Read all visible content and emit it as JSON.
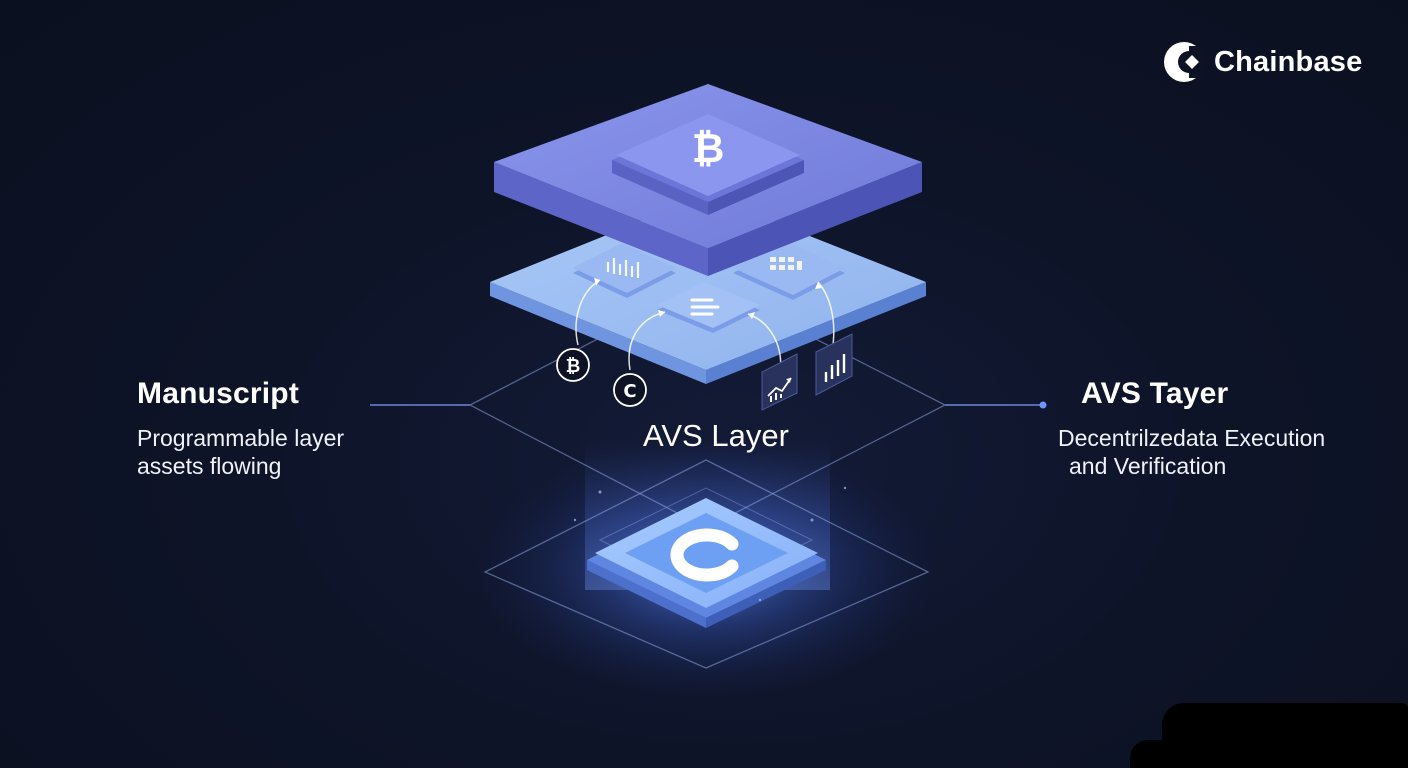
{
  "brand": {
    "name": "Chainbase",
    "icon": "chainbase-logo-icon"
  },
  "left_panel": {
    "title": "Manuscript",
    "line1": "Programmable layer",
    "line2": "assets flowing"
  },
  "center": {
    "title": "AVS Layer"
  },
  "right_panel": {
    "title": "AVS Tayer",
    "line1": "Decentrilzedata Execution",
    "line2": "and Verification"
  },
  "layers": {
    "top_icon": "bitcoin-icon",
    "middle_icons": [
      "bar-chart-icon",
      "menu-lines-icon",
      "grid-chart-icon"
    ],
    "floating_tokens": [
      "bitcoin-token-icon",
      "chainbase-token-icon",
      "trend-chart-icon",
      "bar-chart-icon"
    ],
    "bottom_icon": "chainbase-c-icon"
  },
  "colors": {
    "background": "#0d1224",
    "top_layer": "#7b86e3",
    "middle_layer": "#9fc0f2",
    "bottom_glow": "#6b95ff",
    "text": "#ffffff"
  }
}
